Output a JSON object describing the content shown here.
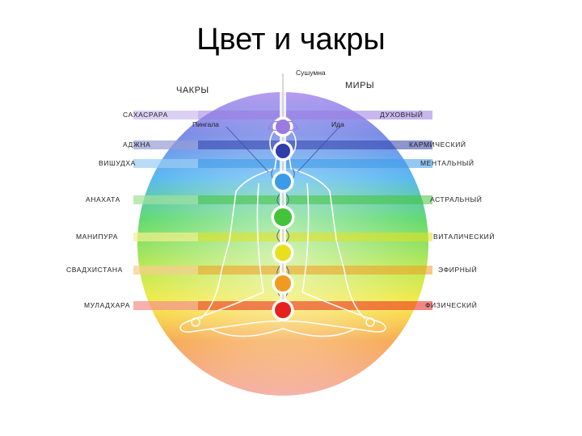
{
  "title": "Цвет и чакры",
  "diagram": {
    "top_label": "Сушумна",
    "chakras_header": "ЧАКРЫ",
    "worlds_header": "МИРЫ",
    "pingala": "Пингала",
    "ida": "Ида",
    "levels": [
      {
        "chakra": "САХАСРАРА",
        "world": "ДУХОВНЫЙ",
        "color": "#9b7be0"
      },
      {
        "chakra": "АДЖНА",
        "world": "КАРМИЧЕСКИЙ",
        "color": "#2f3ea8"
      },
      {
        "chakra": "ВИШУДХА",
        "world": "МЕНТАЛЬНЫЙ",
        "color": "#3c9be8"
      },
      {
        "chakra": "АНАХАТА",
        "world": "АСТРАЛЬНЫЙ",
        "color": "#43c23a"
      },
      {
        "chakra": "МАНИПУРА",
        "world": "ВИТАЛИЧЕСКИЙ",
        "color": "#e8e01e"
      },
      {
        "chakra": "СВАДХИСТАНА",
        "world": "ЭФИРНЫЙ",
        "color": "#f09a22"
      },
      {
        "chakra": "МУЛАДХАРА",
        "world": "ФИЗИЧЕСКИЙ",
        "color": "#e6221e"
      }
    ]
  }
}
